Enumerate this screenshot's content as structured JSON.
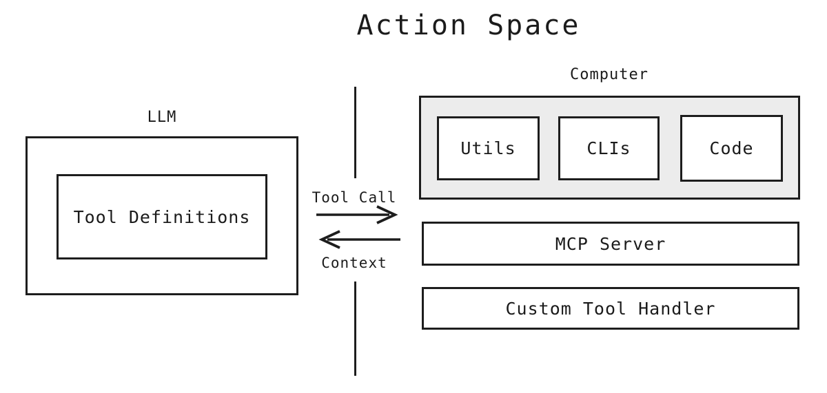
{
  "title": "Action Space",
  "background_color": "#ffffff",
  "stroke_color": "#1d1d1d",
  "panel_fill_color": "#ececec",
  "box_fill_color": "#ffffff",
  "left_panel": {
    "caption": "LLM",
    "inner_box_label": "Tool Definitions"
  },
  "connector": {
    "outbound_label": "Tool Call",
    "inbound_label": "Context",
    "outbound_icon": "arrow-right-icon",
    "inbound_icon": "arrow-left-icon"
  },
  "right_panel": {
    "caption": "Computer",
    "components": [
      {
        "label": "Utils"
      },
      {
        "label": "CLIs"
      },
      {
        "label": "Code"
      }
    ],
    "services": [
      {
        "label": "MCP Server"
      },
      {
        "label": "Custom Tool Handler"
      }
    ]
  }
}
